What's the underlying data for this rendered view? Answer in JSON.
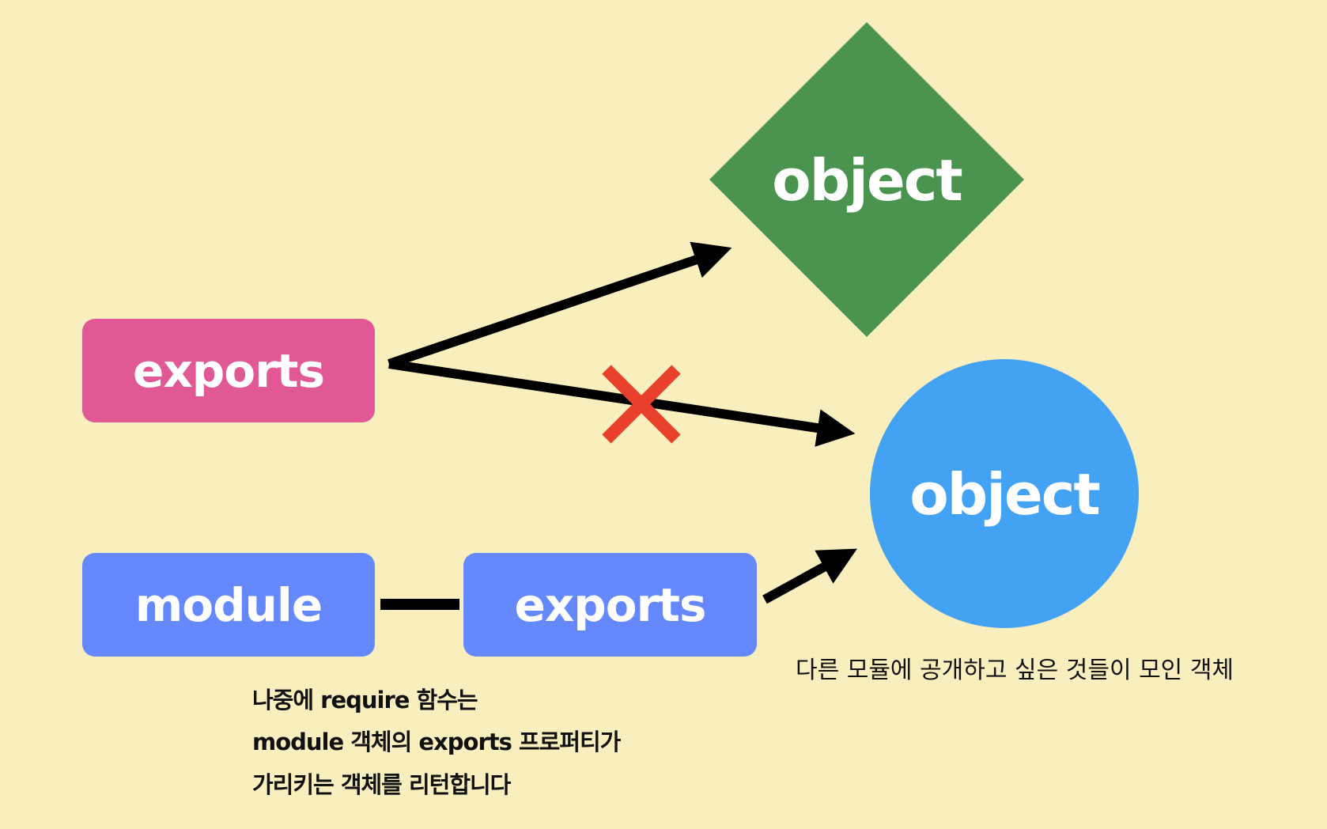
{
  "nodes": {
    "exports_pink": "exports",
    "module": "module",
    "exports_blue": "exports",
    "object_diamond": "object",
    "object_circle": "object"
  },
  "captions": {
    "circle_caption": "다른 모듈에 공개하고 싶은 것들이 모인 객체",
    "note_lines": [
      "나중에 require 함수는",
      "module 객체의 exports 프로퍼티가",
      "가리키는 객체를 리턴합니다"
    ]
  },
  "colors": {
    "background": "#f9eebd",
    "exports_pink": "#e05894",
    "module_blue": "#6589fc",
    "diamond_green": "#4a944f",
    "circle_blue": "#44a2f5",
    "cross_red": "#e8402a"
  }
}
